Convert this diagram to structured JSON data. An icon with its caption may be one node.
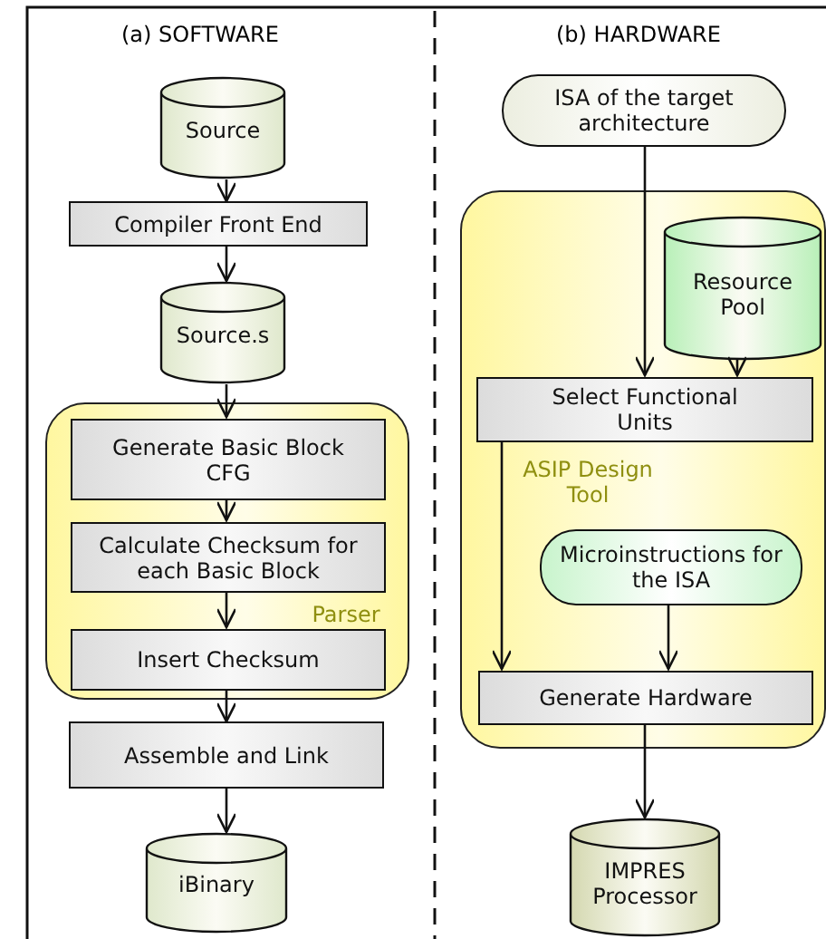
{
  "diagram": {
    "nodes": [
      {
        "text": [
          "Source"
        ]
      },
      {
        "text": [
          "Compiler Front End"
        ]
      },
      {
        "text": [
          "Source.s"
        ]
      },
      {
        "text": [
          "Parser"
        ]
      },
      {
        "text": [
          "Generate Basic Block CFG"
        ],
        "in": 3
      },
      {
        "text": [
          "Calculate Checksum for each Basic Block"
        ],
        "in": 3
      },
      {
        "text": [
          "Insert Checksum"
        ],
        "in": 3
      },
      {
        "text": [
          "Assemble and Link"
        ]
      },
      {
        "text": [
          "iBinary"
        ]
      },
      {
        "text": [
          "ISA of the target architecture"
        ]
      },
      {
        "text": [
          "ASIP Design Tool"
        ]
      },
      {
        "text": [
          "Resource Pool"
        ],
        "in": 10
      },
      {
        "text": [
          "Select Functional Units"
        ],
        "in": 10
      },
      {
        "text": [
          "Microinstructions for the ISA"
        ],
        "in": 10
      },
      {
        "text": [
          "Generate Hardware"
        ],
        "in": 10
      },
      {
        "text": [
          "IMPRES Processor"
        ]
      }
    ],
    "edges": [
      {
        "from": 0,
        "to": 1,
        "arrow": "to"
      },
      {
        "from": 1,
        "to": 2,
        "arrow": "to"
      },
      {
        "from": 2,
        "to": 4,
        "arrow": "to"
      },
      {
        "from": 4,
        "to": 5,
        "arrow": "to"
      },
      {
        "from": 5,
        "to": 6,
        "arrow": "to"
      },
      {
        "from": 6,
        "to": 7,
        "arrow": "to"
      },
      {
        "from": 7,
        "to": 8,
        "arrow": "to"
      },
      {
        "from": 9,
        "to": 12,
        "arrow": "to"
      },
      {
        "from": 11,
        "to": 12,
        "arrow": "to"
      },
      {
        "from": 12,
        "to": 14,
        "arrow": "to"
      },
      {
        "from": 13,
        "to": 14,
        "arrow": "to"
      },
      {
        "from": 14,
        "to": 15,
        "arrow": "to"
      }
    ],
    "labels": [
      "(a) SOFTWARE",
      "(b) HARDWARE"
    ]
  }
}
